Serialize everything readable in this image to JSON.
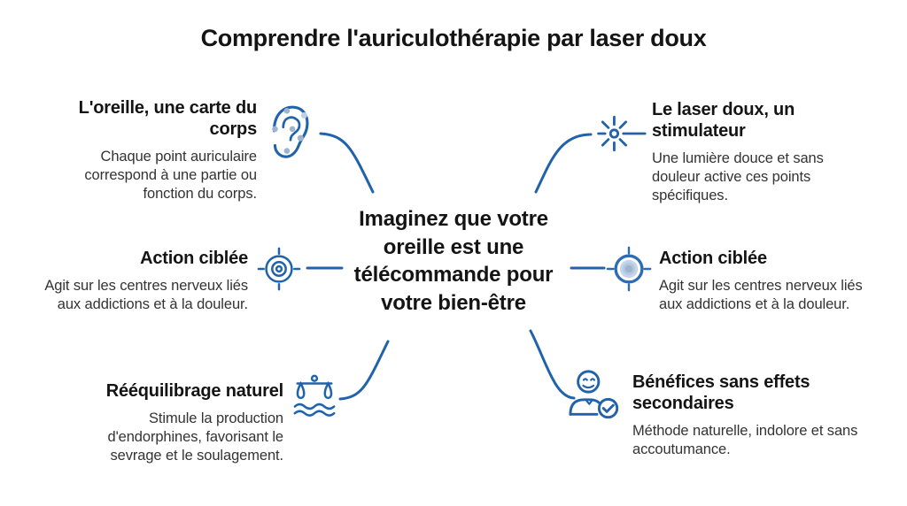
{
  "title": "Comprendre l'auriculothérapie par laser doux",
  "center": {
    "text": "Imaginez que votre oreille est une télécommande pour votre bien-être"
  },
  "nodes": {
    "left": [
      {
        "icon": "ear-icon",
        "title": "L'oreille, une carte du corps",
        "description": "Chaque point auriculaire correspond à une partie ou fonction du corps."
      },
      {
        "icon": "target-outline-icon",
        "title": "Action ciblée",
        "description": "Agit sur les centres nerveux liés aux addictions et à la douleur."
      },
      {
        "icon": "balance-scales-icon",
        "title": "Rééquilibrage naturel",
        "description": "Stimule la production d'endorphines, favorisant le sevrage et le soulagement."
      }
    ],
    "right": [
      {
        "icon": "laser-burst-icon",
        "title": "Le laser doux, un stimulateur",
        "description": "Une lumière douce et sans douleur active ces points spécifiques."
      },
      {
        "icon": "target-filled-icon",
        "title": "Action ciblée",
        "description": "Agit sur les centres nerveux liés aux addictions et à la douleur."
      },
      {
        "icon": "person-check-icon",
        "title": "Bénéfices sans effets secondaires",
        "description": "Méthode naturelle, indolore et sans accoutumance."
      }
    ]
  },
  "colors": {
    "accent_blue": "#2062ab",
    "point_dot_fill": "#9fb3cf",
    "target_fill_outer": "#c6d6ea",
    "target_fill_mid": "#b3c7e0",
    "title_text": "#141414",
    "body_text": "#333333"
  }
}
